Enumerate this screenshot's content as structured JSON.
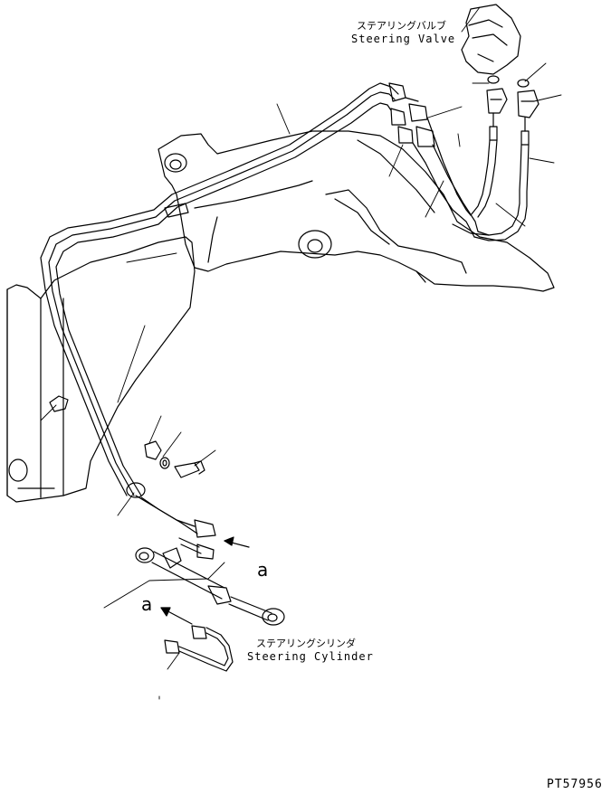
{
  "labels": {
    "steering_valve_jp": "ステアリングバルブ",
    "steering_valve_en": "Steering Valve",
    "steering_cylinder_jp": "ステアリングシリンダ",
    "steering_cylinder_en": "Steering Cylinder",
    "view_marker_upper": "a",
    "view_marker_lower": "a",
    "drawing_code": "PT57956"
  },
  "colors": {
    "line": "#000000",
    "background": "#ffffff"
  }
}
